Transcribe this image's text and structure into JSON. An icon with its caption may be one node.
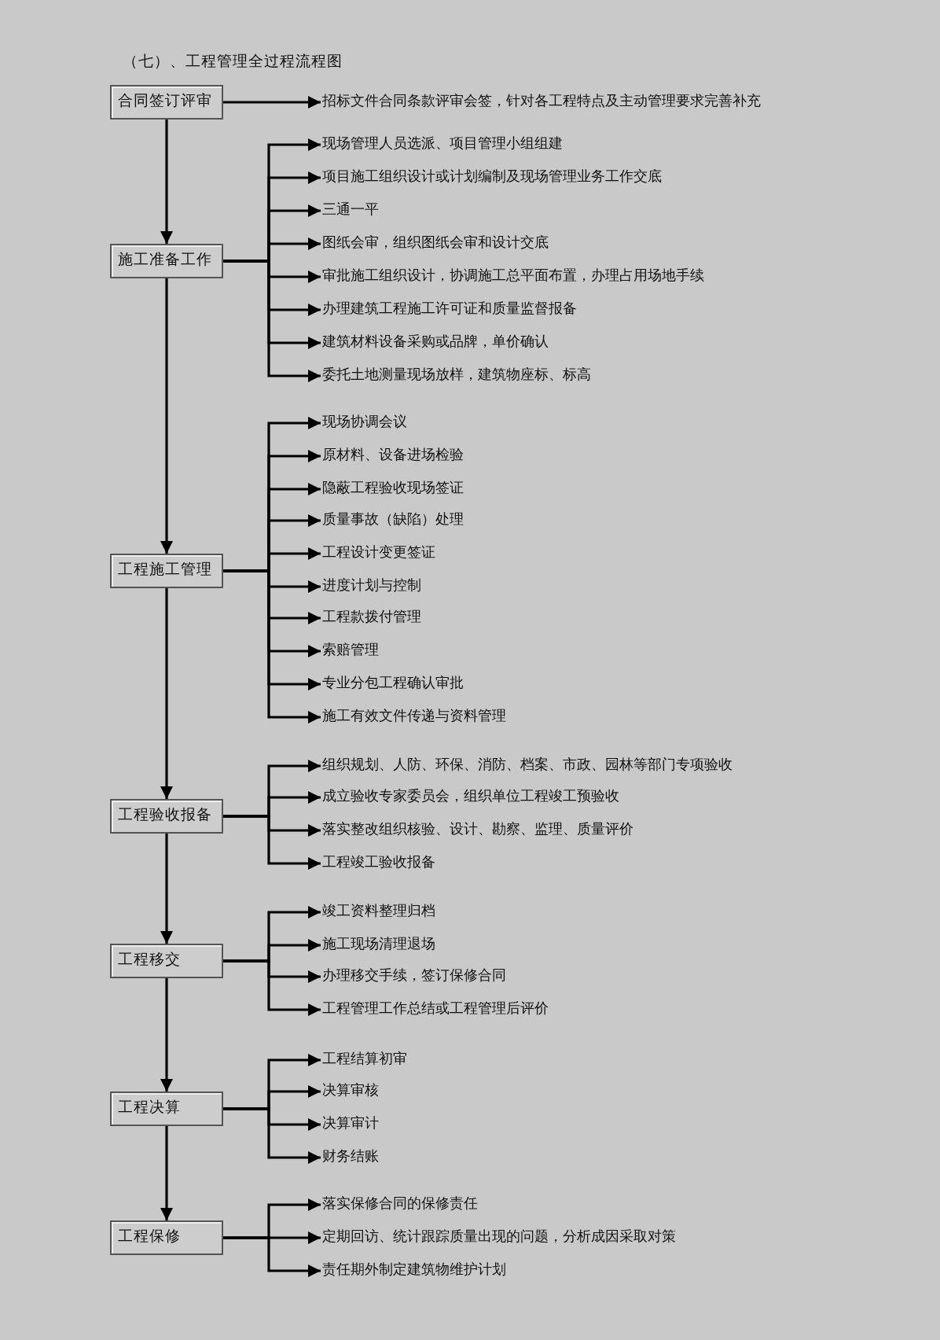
{
  "diagram": {
    "title": "（七）、工程管理全过程流程图",
    "nodes": [
      {
        "text": [
          "合同签订评审"
        ]
      },
      {
        "text": [
          "招标文件合同条款评审会签，针对各工程特点及主动管理要求完善补充"
        ]
      },
      {
        "text": [
          "施工准备工作"
        ]
      },
      {
        "text": [
          "现场管理人员选派、项目管理小组组建"
        ]
      },
      {
        "text": [
          "项目施工组织设计或计划编制及现场管理业务工作交底"
        ]
      },
      {
        "text": [
          "三通一平"
        ]
      },
      {
        "text": [
          "图纸会审，组织图纸会审和设计交底"
        ]
      },
      {
        "text": [
          "审批施工组织设计，协调施工总平面布置，办理占用场地手续"
        ]
      },
      {
        "text": [
          "办理建筑工程施工许可证和质量监督报备"
        ]
      },
      {
        "text": [
          "建筑材料设备采购或品牌，单价确认"
        ]
      },
      {
        "text": [
          "委托土地测量现场放样，建筑物座标、标高"
        ]
      },
      {
        "text": [
          "工程施工管理"
        ]
      },
      {
        "text": [
          "现场协调会议"
        ]
      },
      {
        "text": [
          "原材料、设备进场检验"
        ]
      },
      {
        "text": [
          "隐蔽工程验收现场签证"
        ]
      },
      {
        "text": [
          "质量事故（缺陷）处理"
        ]
      },
      {
        "text": [
          "工程设计变更签证"
        ]
      },
      {
        "text": [
          "进度计划与控制"
        ]
      },
      {
        "text": [
          "工程款拨付管理"
        ]
      },
      {
        "text": [
          "索赔管理"
        ]
      },
      {
        "text": [
          "专业分包工程确认审批"
        ]
      },
      {
        "text": [
          "施工有效文件传递与资料管理"
        ]
      },
      {
        "text": [
          "工程验收报备"
        ]
      },
      {
        "text": [
          "组织规划、人防、环保、消防、档案、市政、园林等部门专项验收"
        ]
      },
      {
        "text": [
          "成立验收专家委员会，组织单位工程竣工预验收"
        ]
      },
      {
        "text": [
          "落实整改组织核验、设计、勘察、监理、质量评价"
        ]
      },
      {
        "text": [
          "工程竣工验收报备"
        ]
      },
      {
        "text": [
          "工程移交"
        ]
      },
      {
        "text": [
          "竣工资料整理归档"
        ]
      },
      {
        "text": [
          "施工现场清理退场"
        ]
      },
      {
        "text": [
          "办理移交手续，签订保修合同"
        ]
      },
      {
        "text": [
          "工程管理工作总结或工程管理后评价"
        ]
      },
      {
        "text": [
          "工程决算"
        ]
      },
      {
        "text": [
          "工程结算初审"
        ]
      },
      {
        "text": [
          "决算审核"
        ]
      },
      {
        "text": [
          "决算审计"
        ]
      },
      {
        "text": [
          "财务结账"
        ]
      },
      {
        "text": [
          "工程保修"
        ]
      },
      {
        "text": [
          "落实保修合同的保修责任"
        ]
      },
      {
        "text": [
          "定期回访、统计跟踪质量出现的问题，分析成因采取对策"
        ]
      },
      {
        "text": [
          "责任期外制定建筑物维护计划"
        ]
      }
    ],
    "edges": [
      {
        "from": 0,
        "to": 1,
        "arrow": "to"
      },
      {
        "from": 0,
        "to": 2,
        "arrow": "to"
      },
      {
        "from": 2,
        "to": 3,
        "arrow": "to"
      },
      {
        "from": 2,
        "to": 4,
        "arrow": "to"
      },
      {
        "from": 2,
        "to": 5,
        "arrow": "to"
      },
      {
        "from": 2,
        "to": 6,
        "arrow": "to"
      },
      {
        "from": 2,
        "to": 7,
        "arrow": "to"
      },
      {
        "from": 2,
        "to": 8,
        "arrow": "to"
      },
      {
        "from": 2,
        "to": 9,
        "arrow": "to"
      },
      {
        "from": 2,
        "to": 10,
        "arrow": "to"
      },
      {
        "from": 2,
        "to": 11,
        "arrow": "to"
      },
      {
        "from": 11,
        "to": 12,
        "arrow": "to"
      },
      {
        "from": 11,
        "to": 13,
        "arrow": "to"
      },
      {
        "from": 11,
        "to": 14,
        "arrow": "to"
      },
      {
        "from": 11,
        "to": 15,
        "arrow": "to"
      },
      {
        "from": 11,
        "to": 16,
        "arrow": "to"
      },
      {
        "from": 11,
        "to": 17,
        "arrow": "to"
      },
      {
        "from": 11,
        "to": 18,
        "arrow": "to"
      },
      {
        "from": 11,
        "to": 19,
        "arrow": "to"
      },
      {
        "from": 11,
        "to": 20,
        "arrow": "to"
      },
      {
        "from": 11,
        "to": 21,
        "arrow": "to"
      },
      {
        "from": 11,
        "to": 22,
        "arrow": "to"
      },
      {
        "from": 22,
        "to": 23,
        "arrow": "to"
      },
      {
        "from": 22,
        "to": 24,
        "arrow": "to"
      },
      {
        "from": 22,
        "to": 25,
        "arrow": "to"
      },
      {
        "from": 22,
        "to": 26,
        "arrow": "to"
      },
      {
        "from": 22,
        "to": 27,
        "arrow": "to"
      },
      {
        "from": 27,
        "to": 28,
        "arrow": "to"
      },
      {
        "from": 27,
        "to": 29,
        "arrow": "to"
      },
      {
        "from": 27,
        "to": 30,
        "arrow": "to"
      },
      {
        "from": 27,
        "to": 31,
        "arrow": "to"
      },
      {
        "from": 27,
        "to": 32,
        "arrow": "to"
      },
      {
        "from": 32,
        "to": 33,
        "arrow": "to"
      },
      {
        "from": 32,
        "to": 34,
        "arrow": "to"
      },
      {
        "from": 32,
        "to": 35,
        "arrow": "to"
      },
      {
        "from": 32,
        "to": 36,
        "arrow": "to"
      },
      {
        "from": 32,
        "to": 37,
        "arrow": "to"
      },
      {
        "from": 37,
        "to": 38,
        "arrow": "to"
      },
      {
        "from": 37,
        "to": 39,
        "arrow": "to"
      },
      {
        "from": 37,
        "to": 40,
        "arrow": "to"
      }
    ]
  }
}
